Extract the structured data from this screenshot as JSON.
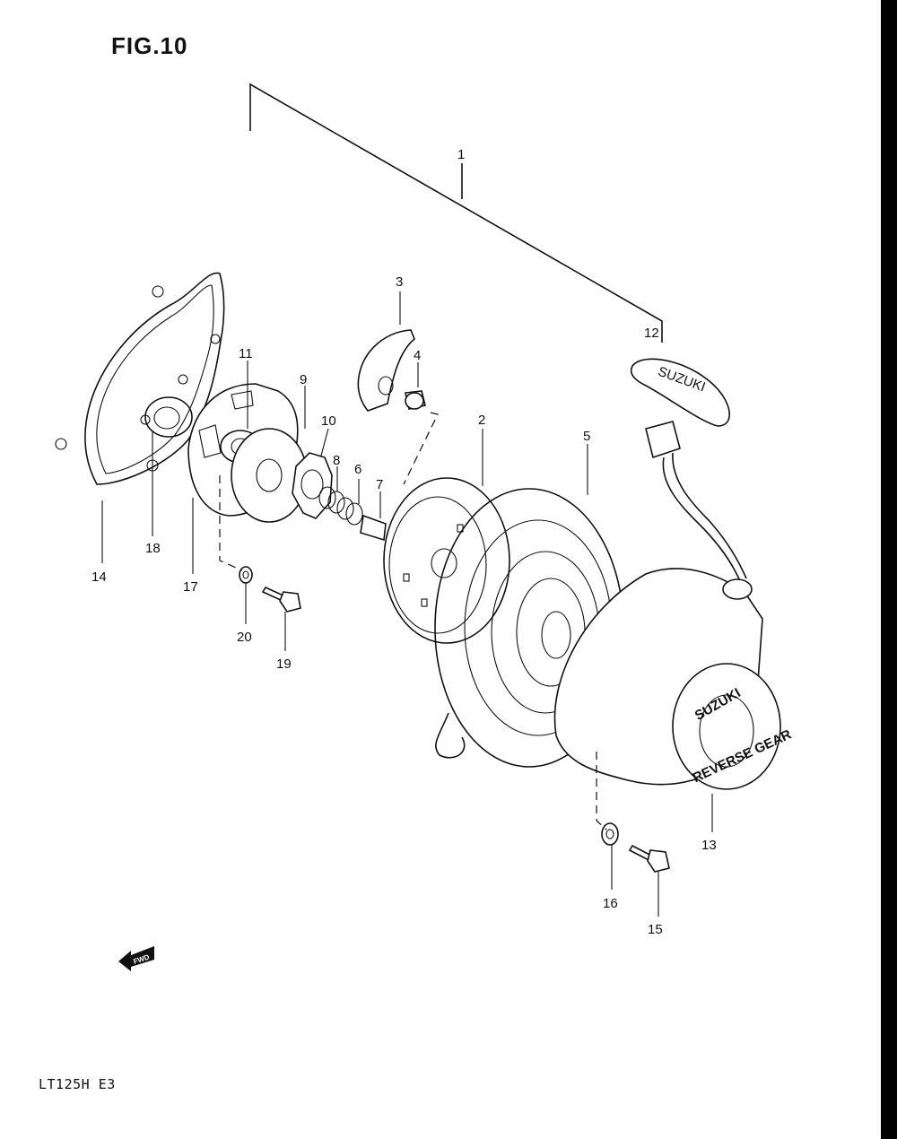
{
  "figure": {
    "title": "FIG.10",
    "model_code": "LT125H E3",
    "fwd_label": "FWD",
    "handle_text": "SUZUKI",
    "cover_text_top": "SUZUKI",
    "cover_text_bottom": "REVERSE GEAR"
  },
  "callouts": [
    {
      "id": "1",
      "label": "1"
    },
    {
      "id": "2",
      "label": "2"
    },
    {
      "id": "3",
      "label": "3"
    },
    {
      "id": "4",
      "label": "4"
    },
    {
      "id": "5",
      "label": "5"
    },
    {
      "id": "6",
      "label": "6"
    },
    {
      "id": "7",
      "label": "7"
    },
    {
      "id": "8",
      "label": "8"
    },
    {
      "id": "9",
      "label": "9"
    },
    {
      "id": "10",
      "label": "10"
    },
    {
      "id": "11",
      "label": "11"
    },
    {
      "id": "12",
      "label": "12"
    },
    {
      "id": "13",
      "label": "13"
    },
    {
      "id": "14",
      "label": "14"
    },
    {
      "id": "15",
      "label": "15"
    },
    {
      "id": "16",
      "label": "16"
    },
    {
      "id": "17",
      "label": "17"
    },
    {
      "id": "18",
      "label": "18"
    },
    {
      "id": "19",
      "label": "19"
    },
    {
      "id": "20",
      "label": "20"
    }
  ]
}
